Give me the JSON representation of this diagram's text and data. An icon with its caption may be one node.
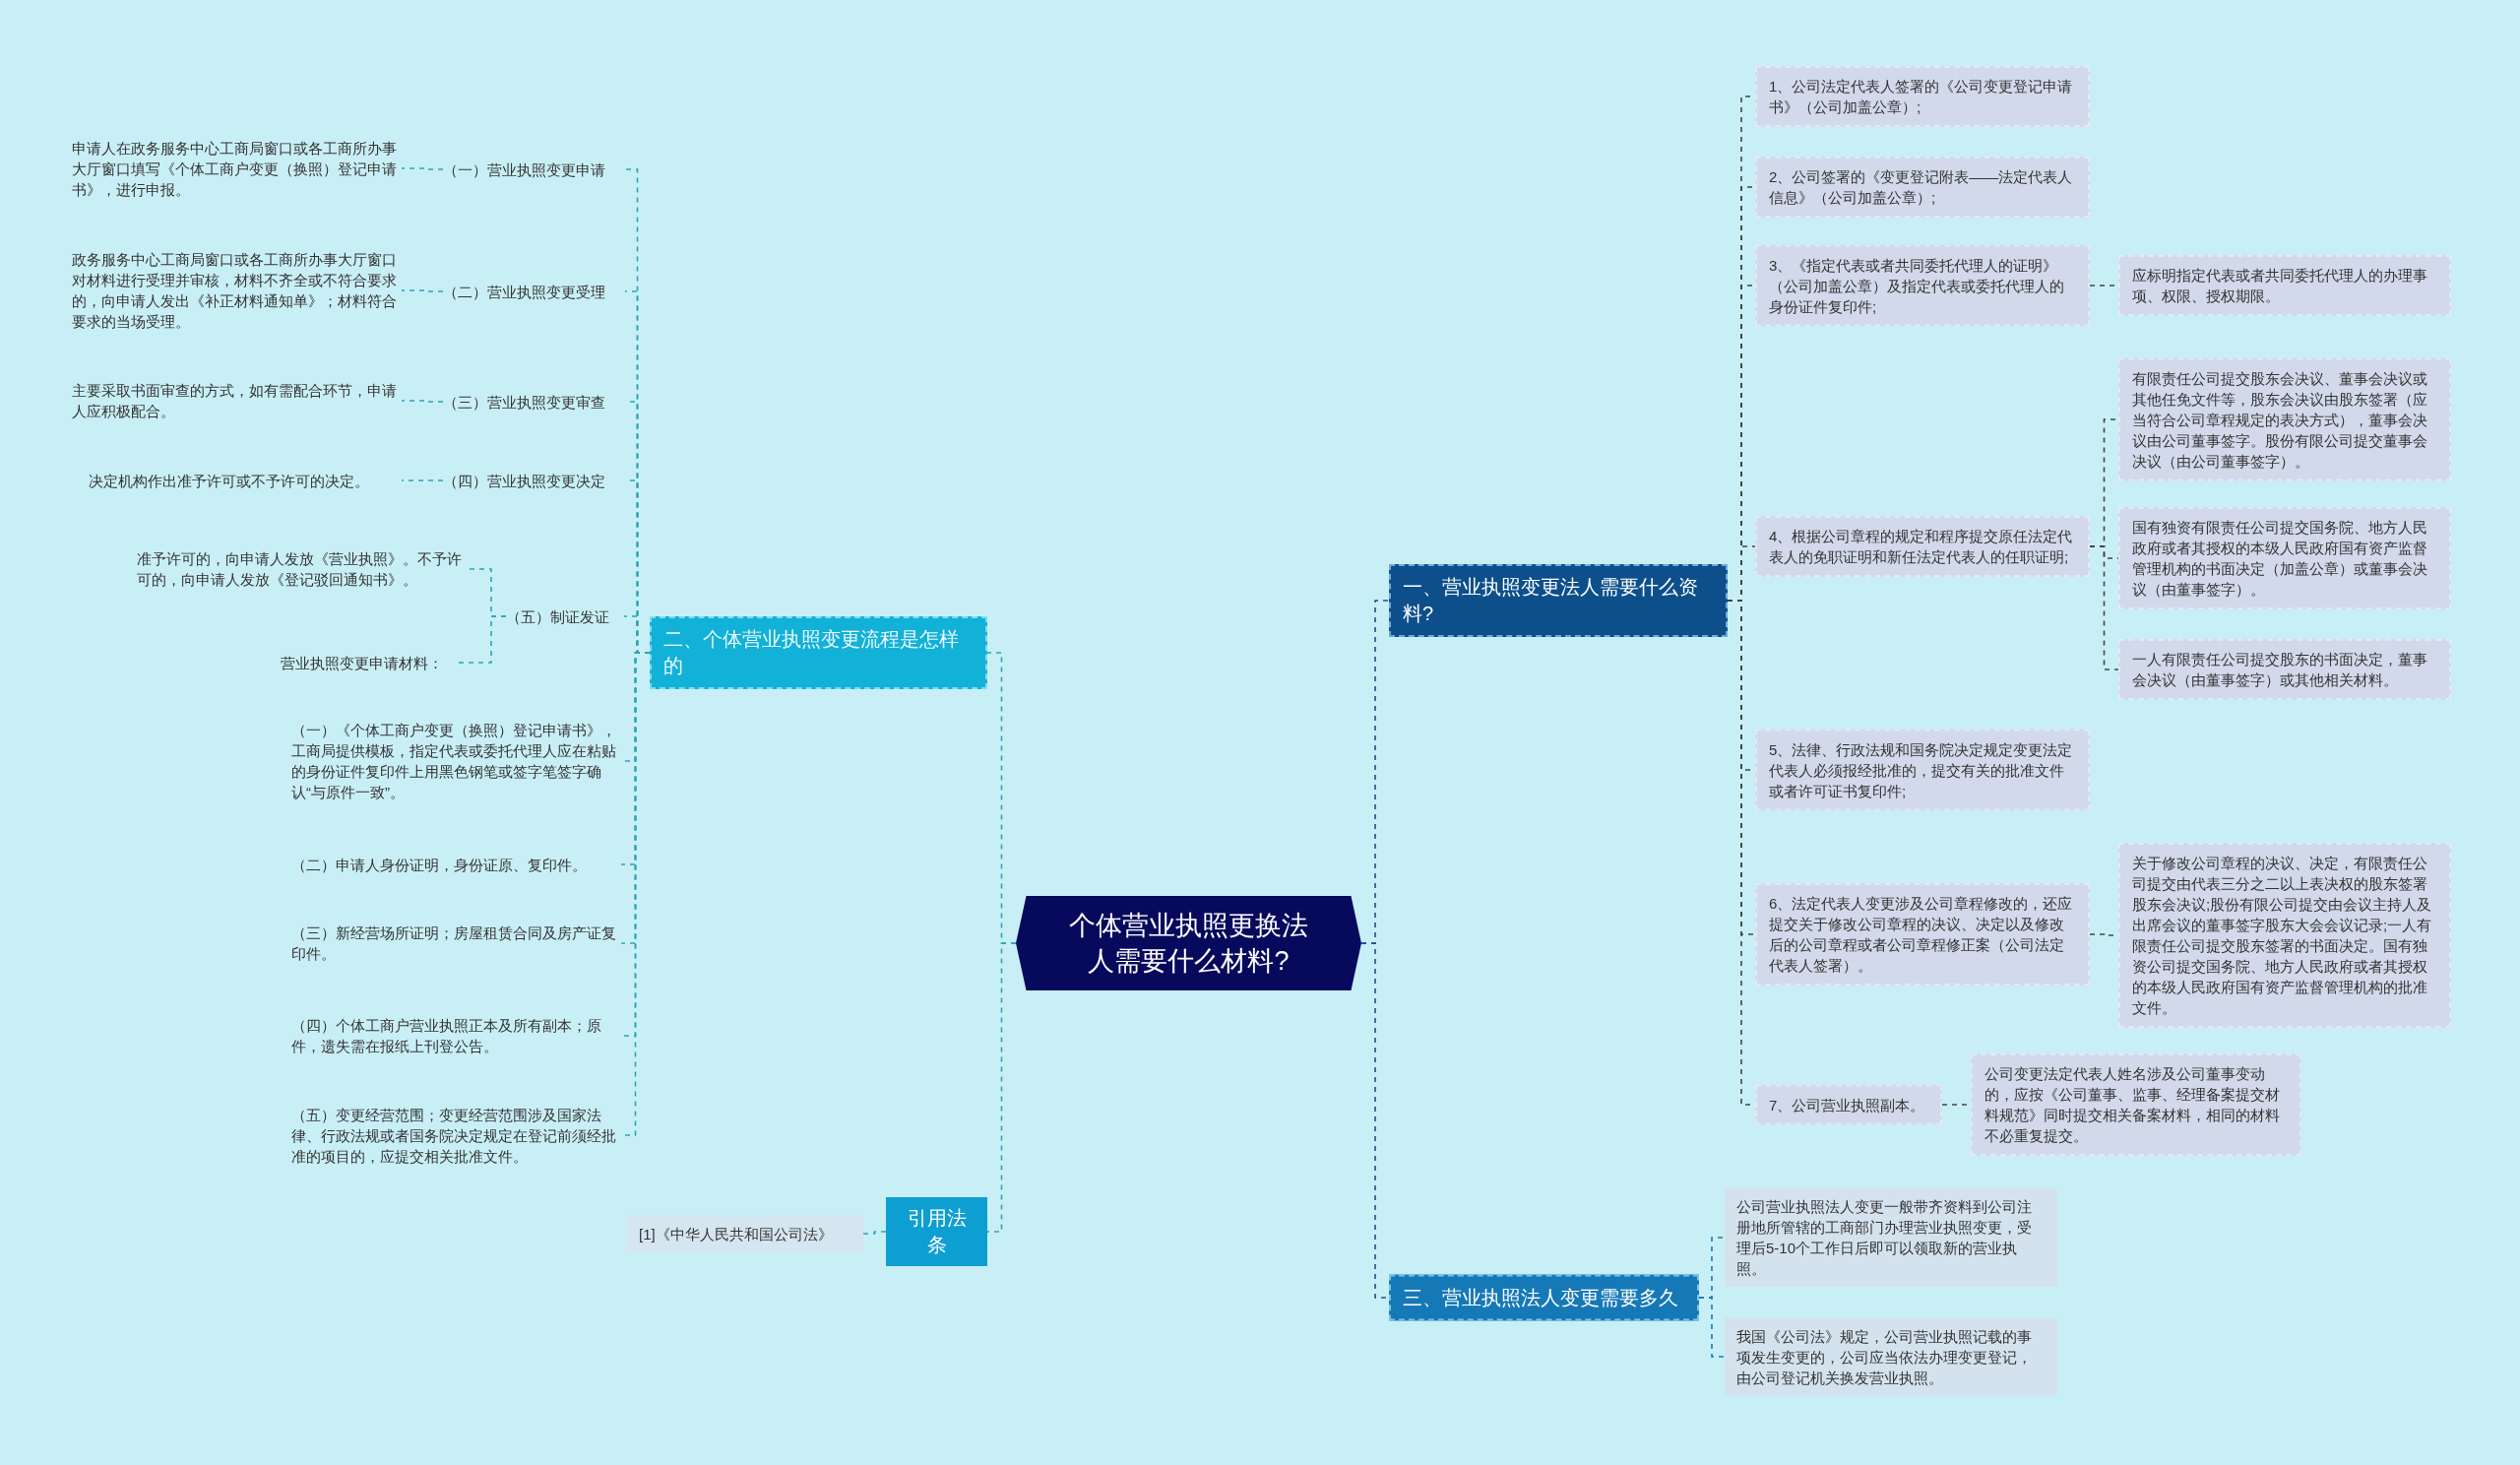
{
  "diagram": {
    "nodes": [
      {
        "text": [
          "个体营业执照更换法人需要什么材料?"
        ]
      },
      {
        "text": [
          "一、营业执照变更法人需要什么资料?"
        ]
      },
      {
        "text": [
          "三、营业执照法人变更需要多久"
        ]
      },
      {
        "text": [
          "二、个体营业执照变更流程是怎样的"
        ]
      },
      {
        "text": [
          "引用法条"
        ]
      },
      {
        "text": [
          "1、公司法定代表人签署的《公司变更登记申请书》（公司加盖公章）;"
        ]
      },
      {
        "text": [
          "2、公司签署的《变更登记附表——法定代表人信息》（公司加盖公章）;"
        ]
      },
      {
        "text": [
          "3、《指定代表或者共同委托代理人的证明》（公司加盖公章）及指定代表或委托代理人的身份证件复印件;"
        ]
      },
      {
        "text": [
          "应标明指定代表或者共同委托代理人的办理事项、权限、授权期限。"
        ]
      },
      {
        "text": [
          "4、根据公司章程的规定和程序提交原任法定代表人的免职证明和新任法定代表人的任职证明;"
        ]
      },
      {
        "text": [
          "有限责任公司提交股东会决议、董事会决议或其他任免文件等，股东会决议由股东签署（应当符合公司章程规定的表决方式），董事会决议由公司董事签字。股份有限公司提交董事会决议（由公司董事签字）。"
        ]
      },
      {
        "text": [
          "国有独资有限责任公司提交国务院、地方人民政府或者其授权的本级人民政府国有资产监督管理机构的书面决定（加盖公章）或董事会决议（由董事签字）。"
        ]
      },
      {
        "text": [
          "一人有限责任公司提交股东的书面决定，董事会决议（由董事签字）或其他相关材料。"
        ]
      },
      {
        "text": [
          "5、法律、行政法规和国务院决定规定变更法定代表人必须报经批准的，提交有关的批准文件或者许可证书复印件;"
        ]
      },
      {
        "text": [
          "6、法定代表人变更涉及公司章程修改的，还应提交关于修改公司章程的决议、决定以及修改后的公司章程或者公司章程修正案（公司法定代表人签署）。"
        ]
      },
      {
        "text": [
          "关于修改公司章程的决议、决定，有限责任公司提交由代表三分之二以上表决权的股东签署股东会决议;股份有限公司提交由会议主持人及出席会议的董事签字股东大会会议记录;一人有限责任公司提交股东签署的书面决定。国有独资公司提交国务院、地方人民政府或者其授权的本级人民政府国有资产监督管理机构的批准文件。"
        ]
      },
      {
        "text": [
          "7、公司营业执照副本。"
        ]
      },
      {
        "text": [
          "公司变更法定代表人姓名涉及公司董事变动的，应按《公司董事、监事、经理备案提交材料规范》同时提交相关备案材料，相同的材料不必重复提交。"
        ]
      },
      {
        "text": [
          "公司营业执照法人变更一般带齐资料到公司注册地所管辖的工商部门办理营业执照变更，受理后5-10个工作日后即可以领取新的营业执照。"
        ]
      },
      {
        "text": [
          "我国《公司法》规定，公司营业执照记载的事项发生变更的，公司应当依法办理变更登记，由公司登记机关换发营业执照。"
        ]
      },
      {
        "text": [
          "（一）营业执照变更申请"
        ]
      },
      {
        "text": [
          "申请人在政务服务中心工商局窗口或各工商所办事大厅窗口填写《个体工商户变更（换照）登记申请书》，进行申报。"
        ]
      },
      {
        "text": [
          "（二）营业执照变更受理"
        ]
      },
      {
        "text": [
          "政务服务中心工商局窗口或各工商所办事大厅窗口对材料进行受理并审核，材料不齐全或不符合要求的，向申请人发出《补正材料通知单》；材料符合要求的当场受理。"
        ]
      },
      {
        "text": [
          "（三）营业执照变更审查"
        ]
      },
      {
        "text": [
          "主要采取书面审查的方式，如有需配合环节，申请人应积极配合。"
        ]
      },
      {
        "text": [
          "（四）营业执照变更决定"
        ]
      },
      {
        "text": [
          "决定机构作出准予许可或不予许可的决定。"
        ]
      },
      {
        "text": [
          "（五）制证发证"
        ]
      },
      {
        "text": [
          "准予许可的，向申请人发放《营业执照》。不予许可的，向申请人发放《登记驳回通知书》。"
        ]
      },
      {
        "text": [
          "营业执照变更申请材料："
        ]
      },
      {
        "text": [
          "（一）《个体工商户变更（换照）登记申请书》，工商局提供模板，指定代表或委托代理人应在粘贴的身份证件复印件上用黑色钢笔或签字笔签字确认“与原件一致”。"
        ]
      },
      {
        "text": [
          "（二）申请人身份证明，身份证原、复印件。"
        ]
      },
      {
        "text": [
          "（三）新经营场所证明；房屋租赁合同及房产证复印件。"
        ]
      },
      {
        "text": [
          "（四）个体工商户营业执照正本及所有副本；原件，遗失需在报纸上刊登公告。"
        ]
      },
      {
        "text": [
          "（五）变更经营范围；变更经营范围涉及国家法律、行政法规或者国务院决定规定在登记前须经批准的项目的，应提交相关批准文件。"
        ]
      },
      {
        "text": [
          "[1]《中华人民共和国公司法》"
        ]
      }
    ],
    "edges": [
      {
        "from": 0,
        "to": 1,
        "arrow": "none",
        "color": "#1f4e8c"
      },
      {
        "from": 0,
        "to": 2,
        "arrow": "none",
        "color": "#1f4e8c"
      },
      {
        "from": 0,
        "to": 3,
        "arrow": "none"
      },
      {
        "from": 0,
        "to": 4,
        "arrow": "none"
      },
      {
        "from": 1,
        "to": 5,
        "arrow": "none",
        "color": "#444444"
      },
      {
        "from": 1,
        "to": 6,
        "arrow": "none",
        "color": "#444444"
      },
      {
        "from": 1,
        "to": 7,
        "arrow": "none",
        "color": "#444444"
      },
      {
        "from": 7,
        "to": 8,
        "arrow": "none",
        "color": "#444444"
      },
      {
        "from": 1,
        "to": 9,
        "arrow": "none",
        "color": "#444444"
      },
      {
        "from": 9,
        "to": 10,
        "arrow": "none",
        "color": "#444444"
      },
      {
        "from": 9,
        "to": 11,
        "arrow": "none",
        "color": "#444444"
      },
      {
        "from": 9,
        "to": 12,
        "arrow": "none",
        "color": "#444444"
      },
      {
        "from": 1,
        "to": 13,
        "arrow": "none",
        "color": "#444444"
      },
      {
        "from": 1,
        "to": 14,
        "arrow": "none",
        "color": "#444444"
      },
      {
        "from": 14,
        "to": 15,
        "arrow": "none",
        "color": "#444444"
      },
      {
        "from": 1,
        "to": 16,
        "arrow": "none",
        "color": "#444444"
      },
      {
        "from": 16,
        "to": 17,
        "arrow": "none",
        "color": "#444444"
      },
      {
        "from": 2,
        "to": 18,
        "arrow": "none",
        "color": "#1679b7"
      },
      {
        "from": 2,
        "to": 19,
        "arrow": "none",
        "color": "#1679b7"
      },
      {
        "from": 3,
        "to": 20,
        "arrow": "none"
      },
      {
        "from": 20,
        "to": 21,
        "arrow": "none"
      },
      {
        "from": 3,
        "to": 22,
        "arrow": "none"
      },
      {
        "from": 22,
        "to": 23,
        "arrow": "none"
      },
      {
        "from": 3,
        "to": 24,
        "arrow": "none"
      },
      {
        "from": 24,
        "to": 25,
        "arrow": "none"
      },
      {
        "from": 3,
        "to": 26,
        "arrow": "none"
      },
      {
        "from": 26,
        "to": 27,
        "arrow": "none"
      },
      {
        "from": 3,
        "to": 28,
        "arrow": "none"
      },
      {
        "from": 28,
        "to": 29,
        "arrow": "none"
      },
      {
        "from": 28,
        "to": 30,
        "arrow": "none"
      },
      {
        "from": 3,
        "to": 31,
        "arrow": "none"
      },
      {
        "from": 3,
        "to": 32,
        "arrow": "none"
      },
      {
        "from": 3,
        "to": 33,
        "arrow": "none"
      },
      {
        "from": 3,
        "to": 34,
        "arrow": "none"
      },
      {
        "from": 3,
        "to": 35,
        "arrow": "none"
      },
      {
        "from": 4,
        "to": 36,
        "arrow": "none"
      }
    ]
  }
}
